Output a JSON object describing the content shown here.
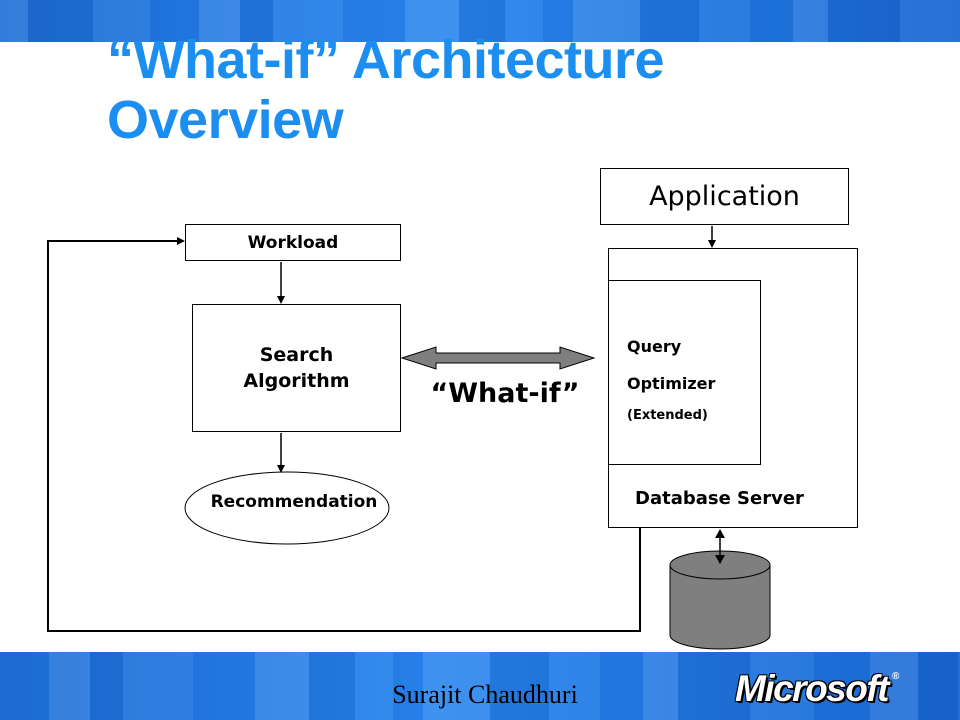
{
  "slide": {
    "title_line1": "“What-if” Architecture",
    "title_line2": "Overview"
  },
  "diagram": {
    "workload": "Workload",
    "search_line1": "Search",
    "search_line2": "Algorithm",
    "recommendation": "Recommendation",
    "whatif": "“What-if”",
    "application": "Application",
    "query": "Query",
    "optimizer": "Optimizer",
    "extended": "(Extended)",
    "database_server": "Database Server"
  },
  "footer": {
    "author": "Surajit Chaudhuri",
    "logo_text": "Microsoft",
    "logo_mark": "®"
  },
  "colors": {
    "title": "#1b8ef0",
    "band": "#2a86ee",
    "arrow_fill": "#7f7f7f",
    "cylinder_fill": "#7f7f7f"
  }
}
